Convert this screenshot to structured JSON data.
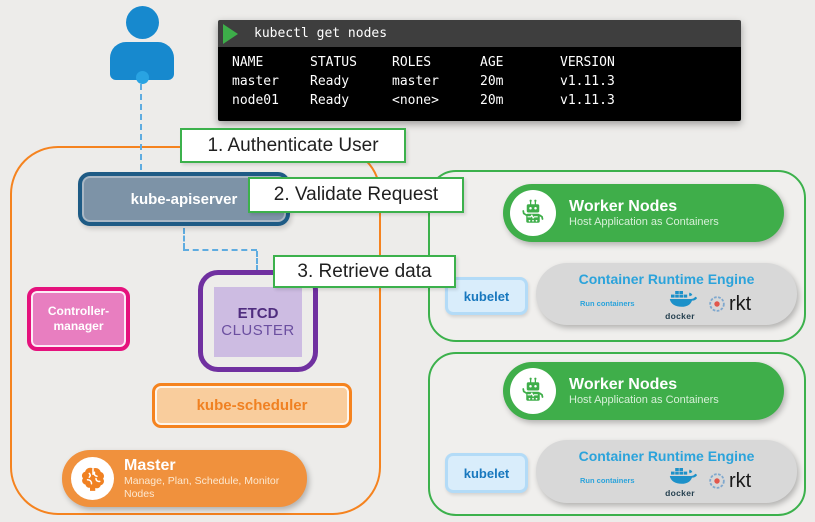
{
  "terminal": {
    "command": "kubectl get nodes",
    "columns": [
      "NAME",
      "STATUS",
      "ROLES",
      "AGE",
      "VERSION"
    ],
    "rows": [
      [
        "master",
        "Ready",
        "master",
        "20m",
        "v1.11.3"
      ],
      [
        "node01",
        "Ready",
        "<none>",
        "20m",
        "v1.11.3"
      ]
    ]
  },
  "callouts": {
    "authenticate": "1. Authenticate User",
    "validate": "2. Validate Request",
    "retrieve": "3. Retrieve data"
  },
  "master_group": {
    "kube_apiserver_label": "kube-apiserver",
    "controller_manager_label": "Controller-\nmanager",
    "etcd_line1": "ETCD",
    "etcd_line2": "CLUSTER",
    "kube_scheduler_label": "kube-scheduler",
    "master_title": "Master",
    "master_subtitle": "Manage, Plan, Schedule, Monitor Nodes"
  },
  "workers": [
    {
      "title": "Worker Nodes",
      "subtitle": "Host Application as Containers",
      "kubelet_label": "kubelet",
      "runtime_title": "Container Runtime Engine",
      "runtime_subtitle": "Run containers",
      "docker_label": "docker",
      "rkt_label": "rkt"
    },
    {
      "title": "Worker Nodes",
      "subtitle": "Host Application as Containers",
      "kubelet_label": "kubelet",
      "runtime_title": "Container Runtime Engine",
      "runtime_subtitle": "Run containers",
      "docker_label": "docker",
      "rkt_label": "rkt"
    }
  ],
  "colors": {
    "accent_orange": "#f5831f",
    "green": "#3dae49",
    "person_blue": "#1789ce",
    "apiserver_fill": "#7d93a7",
    "apiserver_border": "#1e5b85",
    "pink_fill": "#e87ec0",
    "pink_border": "#e5127d",
    "purple_border": "#7030a0",
    "purple_fill": "#cdbce2",
    "kubelet_blue": "#1878be",
    "runtime_blue": "#2ba3db",
    "terminal_header": "#3e3e3e",
    "terminal_bg": "#000000"
  }
}
